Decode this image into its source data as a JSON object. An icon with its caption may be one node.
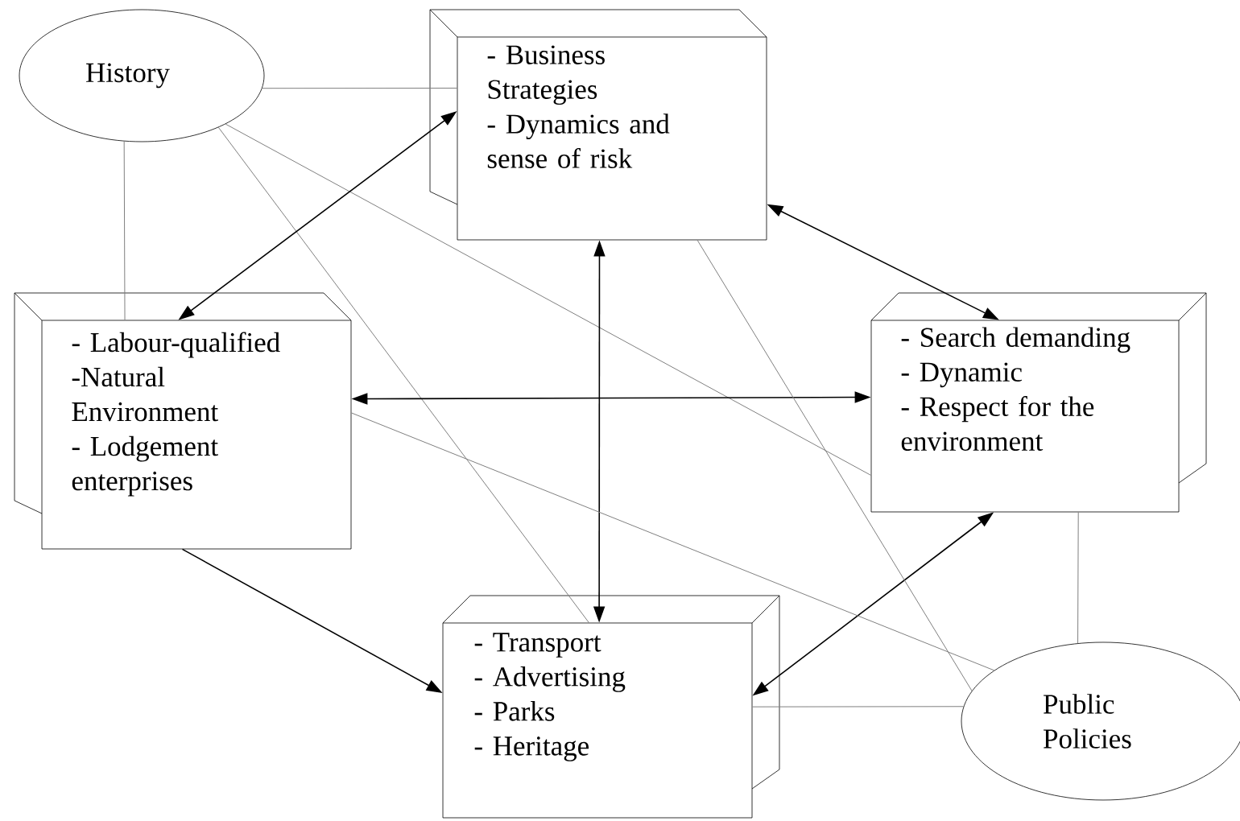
{
  "diagram": {
    "nodes": [
      {
        "text": [
          "History"
        ]
      },
      {
        "text": [
          "- Business Strategies",
          "- Dynamics and sense of risk"
        ]
      },
      {
        "text": [
          "- Labour-qualified",
          "-Natural Environment",
          "- Lodgement enterprises"
        ]
      },
      {
        "text": [
          "- Search demanding",
          "- Dynamic",
          "- Respect for the environment"
        ]
      },
      {
        "text": [
          "- Transport",
          "- Advertising",
          "- Parks",
          "- Heritage"
        ]
      },
      {
        "text": [
          "Public Policies"
        ]
      }
    ],
    "edges": [
      {
        "from": 0,
        "to": 1,
        "arrow": "none"
      },
      {
        "from": 0,
        "to": 2,
        "arrow": "none"
      },
      {
        "from": 0,
        "to": 3,
        "arrow": "none"
      },
      {
        "from": 0,
        "to": 4,
        "arrow": "none"
      },
      {
        "from": 1,
        "to": 2,
        "arrow": "both",
        "color": "#000000"
      },
      {
        "from": 1,
        "to": 3,
        "arrow": "both",
        "color": "#000000"
      },
      {
        "from": 1,
        "to": 4,
        "arrow": "both",
        "color": "#000000"
      },
      {
        "from": 2,
        "to": 3,
        "arrow": "both",
        "color": "#000000"
      },
      {
        "from": 2,
        "to": 4,
        "arrow": "to",
        "color": "#000000"
      },
      {
        "from": 3,
        "to": 4,
        "arrow": "both",
        "color": "#000000"
      },
      {
        "from": 1,
        "to": 5,
        "arrow": "none"
      },
      {
        "from": 2,
        "to": 5,
        "arrow": "none"
      },
      {
        "from": 3,
        "to": 5,
        "arrow": "none"
      },
      {
        "from": 4,
        "to": 5,
        "arrow": "none"
      }
    ]
  }
}
